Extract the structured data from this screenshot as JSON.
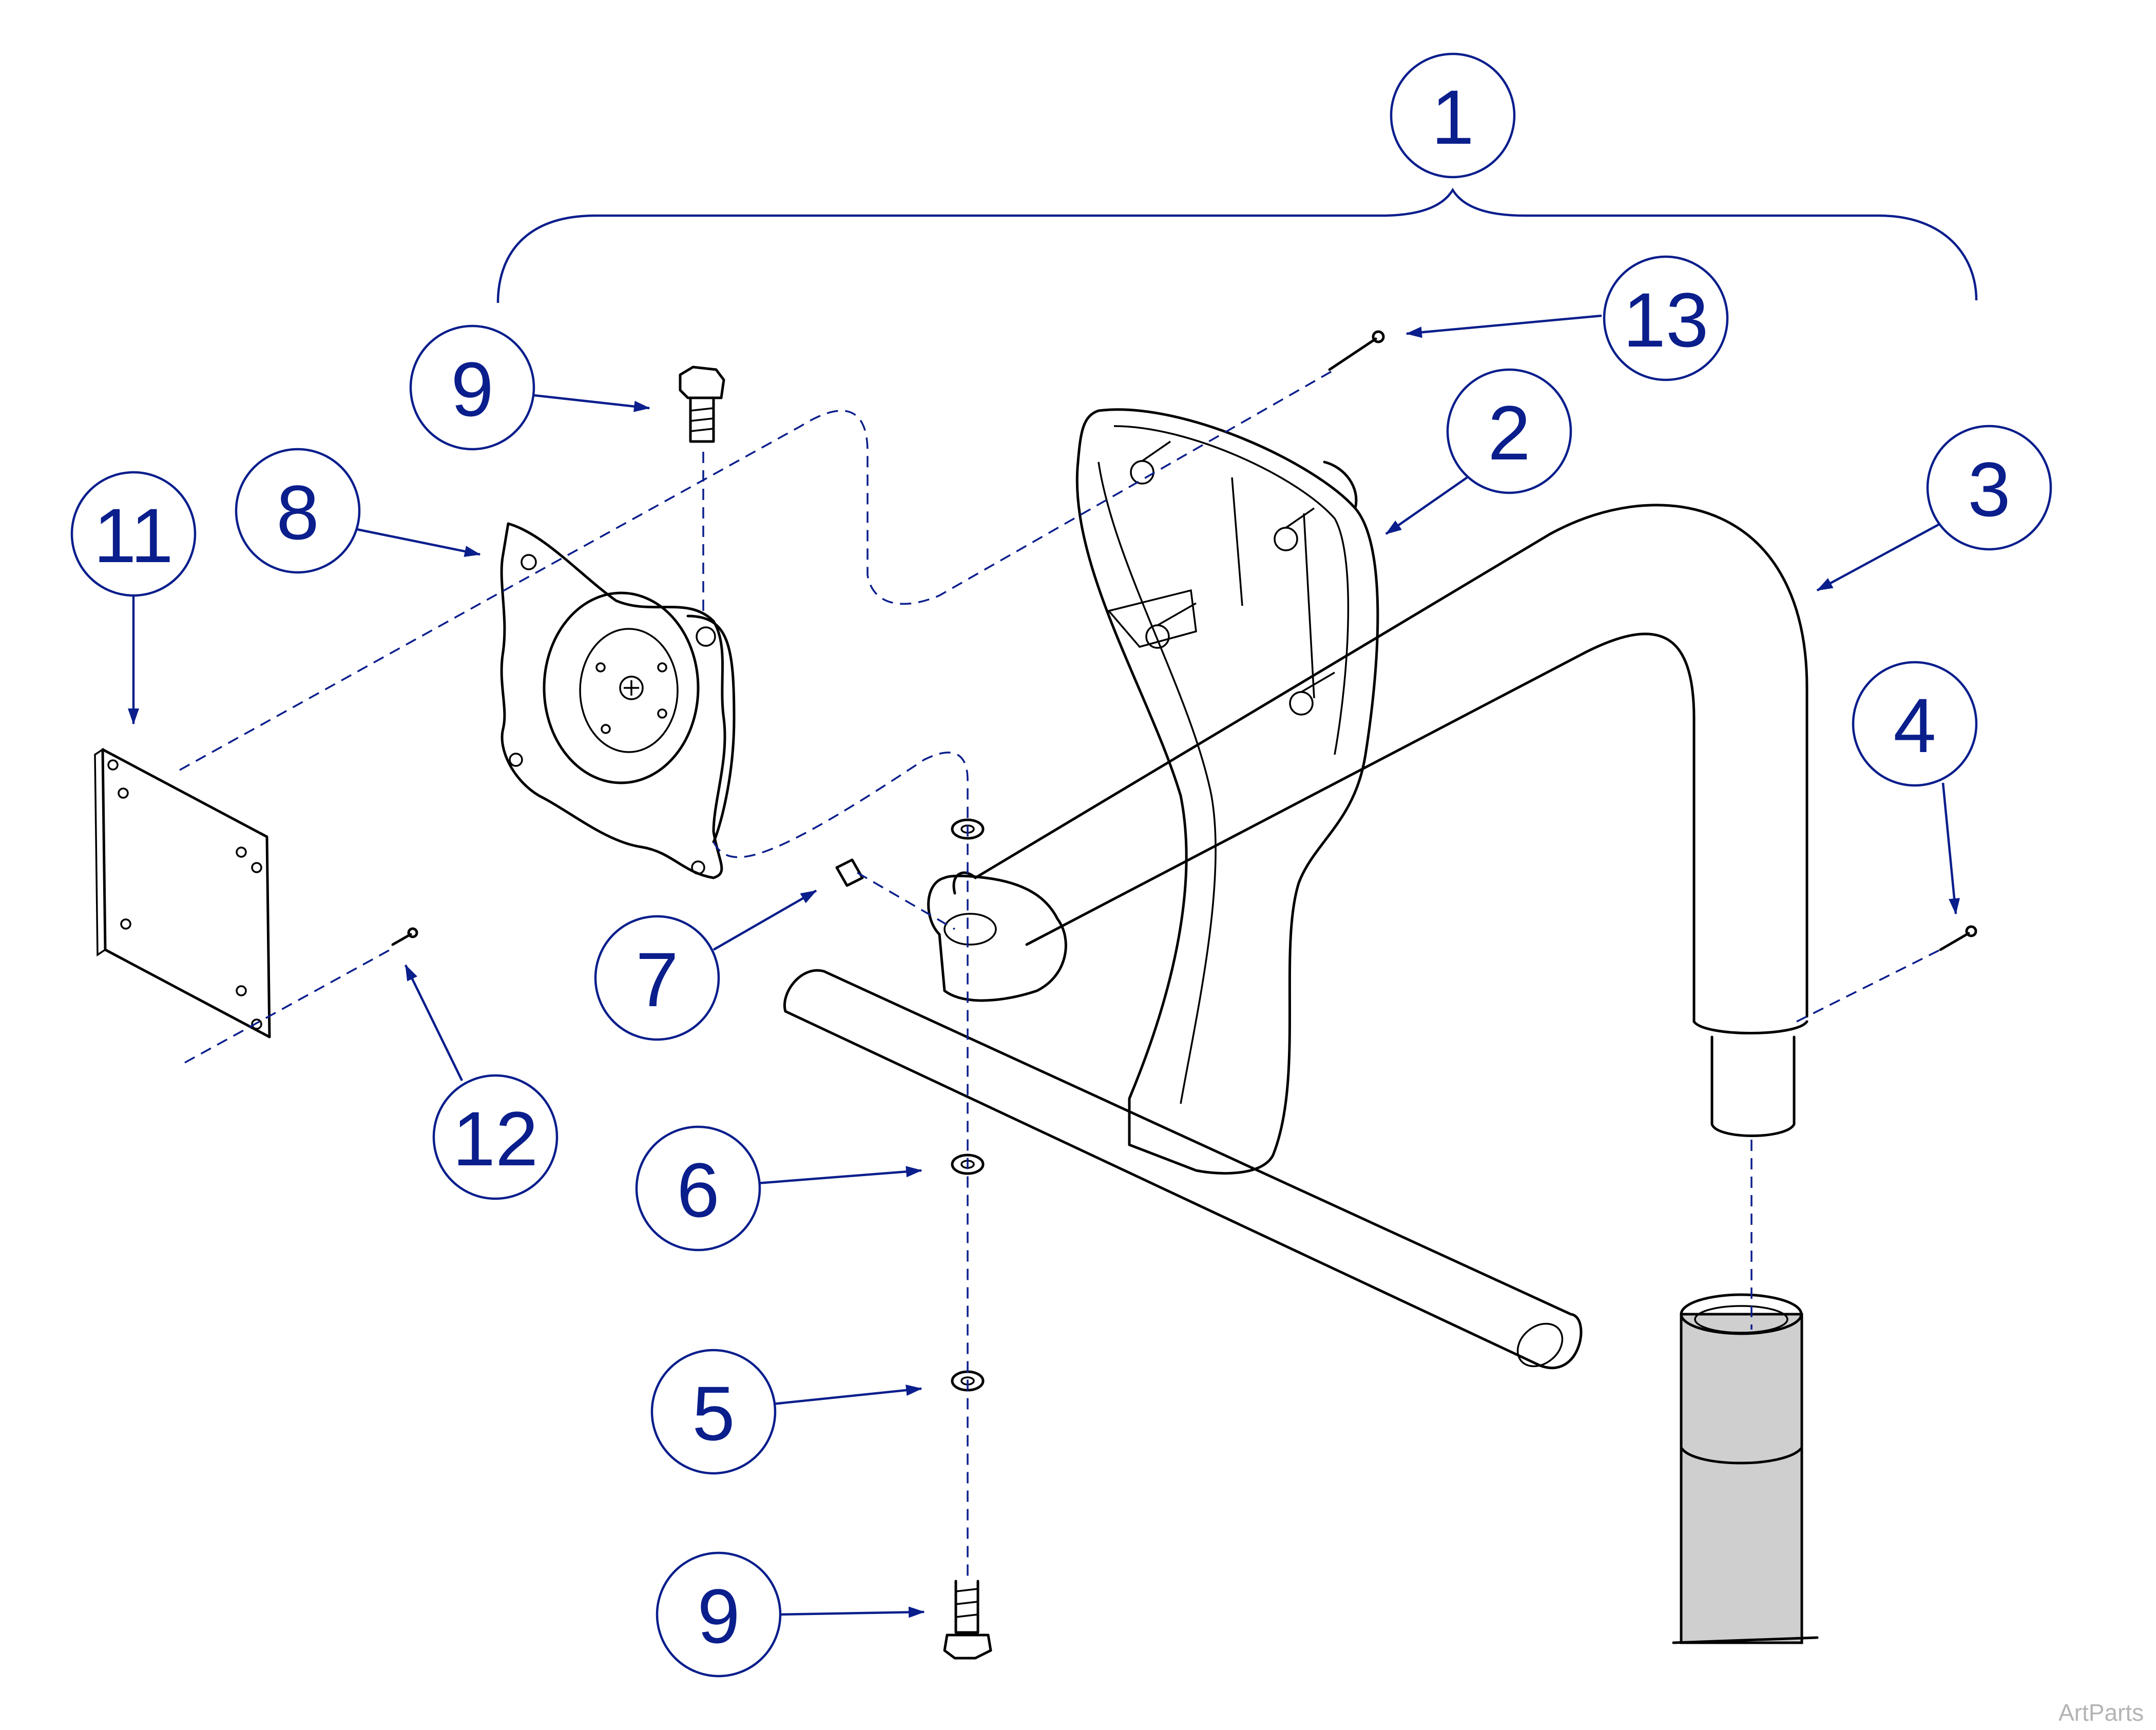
{
  "watermark": "ArtParts",
  "callouts": {
    "c1": "1",
    "c2": "2",
    "c3": "3",
    "c4": "4",
    "c5": "5",
    "c6": "6",
    "c7": "7",
    "c8": "8",
    "c9_top": "9",
    "c9_bottom": "9",
    "c11": "11",
    "c12": "12",
    "c13": "13"
  },
  "colors": {
    "callout_blue": "#0a1e8c",
    "line_black": "#000000",
    "post_gray": "#cfcfcf"
  }
}
